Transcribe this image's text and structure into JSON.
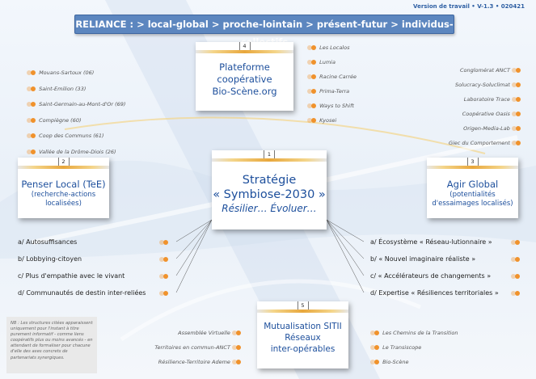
{
  "version": "Version de travail • V-1.3 • 020421",
  "banner": "RELIANCE : > local-global > proche-lointain > présent-futur > individus-collectifs",
  "boxes": {
    "plateforme": {
      "num": "4",
      "line1": "Plateforme",
      "line2": "coopérative",
      "line3": "Bio-Scène.org"
    },
    "penser": {
      "num": "2",
      "title": "Penser Local (TeE)",
      "sub1": "(recherche-actions",
      "sub2": "localisées)"
    },
    "strategie": {
      "num": "1",
      "line1": "Stratégie",
      "line2": "« Symbiose-2030 »",
      "line3": "Résilier… Évoluer…"
    },
    "agir": {
      "num": "3",
      "title": "Agir Global",
      "sub1": "(potentialités",
      "sub2": "d'essaimages localisés)"
    },
    "mutualisation": {
      "num": "5",
      "line1": "Mutualisation SITII",
      "line2": "Réseaux",
      "line3": "inter-opérables"
    }
  },
  "local_places": [
    "Mouans-Sartoux (06)",
    "Saint-Emilion (33)",
    "Saint-Germain-au-Mont-d'Or (69)",
    "Compiègne (60)",
    "Coop des Communs (61)",
    "Vallée de la Drôme-Diois (26)"
  ],
  "platform_partners": [
    "Les Localos",
    "Lumia",
    "Racine Carrée",
    "Prima-Terra",
    "Ways to Shift",
    "Kyosei"
  ],
  "global_partners": [
    "Conglomérat ANCT",
    "Solucracy-Soluclimat",
    "Laboratoire Trace",
    "Coopérative Oasis",
    "Origen-Media-Lab",
    "Giec du Comportement"
  ],
  "left_strategies": [
    "a/ Autosuffisances",
    "b/ Lobbying-citoyen",
    "c/ Plus d'empathie avec le vivant",
    "d/ Communautés de destin inter-reliées"
  ],
  "right_strategies": [
    "a/ Écosystème « Réseau-lutionnaire »",
    "b/ « Nouvel imaginaire réaliste »",
    "c/ « Accélérateurs de changements »",
    "d/ Expertise « Résiliences territoriales »"
  ],
  "networks_left": [
    "Assemblée Virtuelle",
    "Territoires en commun-ANCT",
    "Résilience-Territoire Ademe"
  ],
  "networks_right": [
    "Les Chemins de la Transition",
    "Le Transiscope",
    "Bio-Scène"
  ],
  "note": "NB : Les structures citées apparaissent uniquement pour l'instant à titre purement informatif - comme liens coopératifs plus ou moins avancés - en attendant de formaliser pour chacune d'elle des axes concrets de partenariats synergiques.",
  "colors": {
    "title_blue": "#1d4f9c",
    "banner": "#5c86bf",
    "bullet": "#f0922c",
    "stripe": "#e8a73c"
  }
}
